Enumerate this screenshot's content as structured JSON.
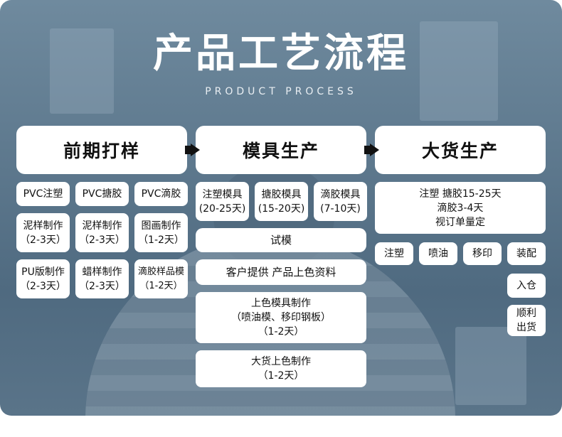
{
  "title": "产品工艺流程",
  "subtitle": "PRODUCT PROCESS",
  "columns": {
    "prep": {
      "header": "前期打样",
      "row1": [
        "PVC注塑",
        "PVC搪胶",
        "PVC滴胶"
      ],
      "row2": [
        "泥样制作\n（2-3天）",
        "泥样制作\n（2-3天）",
        "图画制作\n（1-2天）"
      ],
      "row3": [
        "PU版制作\n（2-3天）",
        "蜡样制作\n（2-3天）",
        "滴胶样品模\n（1-2天）"
      ]
    },
    "mold": {
      "header": "模具生产",
      "row1": [
        "注塑模具\n(20-25天)",
        "搪胶模具\n(15-20天)",
        "滴胶模具\n(7-10天)"
      ],
      "trial": "试模",
      "customer": "客户提供  产品上色资料",
      "color_mold": "上色模具制作\n（喷油模、移印钢板）\n（1-2天）",
      "bulk_color": "大货上色制作\n（1-2天）"
    },
    "bulk": {
      "header": "大货生产",
      "summary": "注塑  搪胶15-25天\n滴胶3-4天\n视订单量定",
      "steps": [
        "注塑",
        "喷油",
        "移印",
        "装配"
      ],
      "warehouse": "入仓",
      "ship": "顺利\n出货"
    }
  },
  "colors": {
    "panel": "#5f7a8f",
    "box": "#ffffff",
    "text": "#111111",
    "arrow": "#111111"
  }
}
